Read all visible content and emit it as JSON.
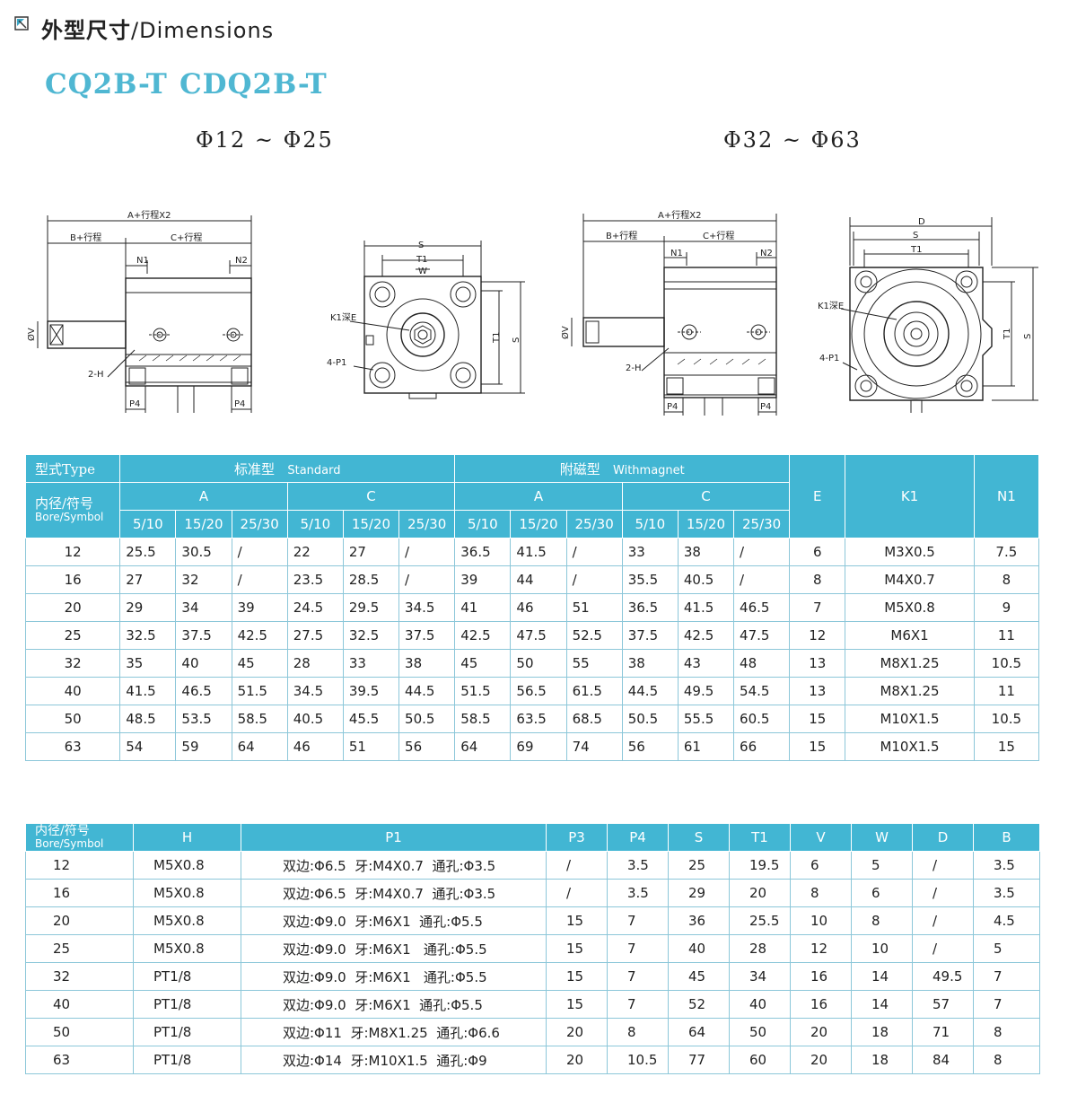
{
  "header": {
    "title_zh": "外型尺寸",
    "title_en": "/Dimensions",
    "models": [
      "CQ2B-T",
      "CDQ2B-T"
    ],
    "ranges": [
      "Φ12 ~ Φ25",
      "Φ32 ~ Φ63"
    ]
  },
  "drawings": {
    "small_side": {
      "a_stroke": "A+行程X2",
      "b_stroke": "B+行程",
      "c_stroke": "C+行程",
      "n1": "N1",
      "n2": "N2",
      "v": "ØV",
      "h": "2-H",
      "p4": "P4"
    },
    "small_front": {
      "s": "S",
      "t1": "T1",
      "w": "W",
      "k1": "K1深E",
      "p1": "4-P1"
    },
    "large_side": {
      "a_stroke": "A+行程X2",
      "b_stroke": "B+行程",
      "c_stroke": "C+行程",
      "n1": "N1",
      "n2": "N2",
      "v": "ØV",
      "h": "2-H",
      "p4": "P4"
    },
    "large_front": {
      "d": "D",
      "s": "S",
      "t1": "T1",
      "k1": "K1深E",
      "p1": "4-P1"
    }
  },
  "table1": {
    "type_label": "型式Type",
    "bore_label_zh": "内径/符号",
    "bore_label_en": "Bore/Symbol",
    "standard_zh": "标准型",
    "standard_en": "Standard",
    "magnet_zh": "附磁型",
    "magnet_en": "Withmagnet",
    "col_a": "A",
    "col_c": "C",
    "col_e": "E",
    "col_k1": "K1",
    "col_n1": "N1",
    "strokes": [
      "5/10",
      "15/20",
      "25/30"
    ],
    "rows": [
      [
        "12",
        "25.5",
        "30.5",
        "/",
        "22",
        "27",
        "/",
        "36.5",
        "41.5",
        "/",
        "33",
        "38",
        "/",
        "6",
        "M3X0.5",
        "7.5"
      ],
      [
        "16",
        "27",
        "32",
        "/",
        "23.5",
        "28.5",
        "/",
        "39",
        "44",
        "/",
        "35.5",
        "40.5",
        "/",
        "8",
        "M4X0.7",
        "8"
      ],
      [
        "20",
        "29",
        "34",
        "39",
        "24.5",
        "29.5",
        "34.5",
        "41",
        "46",
        "51",
        "36.5",
        "41.5",
        "46.5",
        "7",
        "M5X0.8",
        "9"
      ],
      [
        "25",
        "32.5",
        "37.5",
        "42.5",
        "27.5",
        "32.5",
        "37.5",
        "42.5",
        "47.5",
        "52.5",
        "37.5",
        "42.5",
        "47.5",
        "12",
        "M6X1",
        "11"
      ],
      [
        "32",
        "35",
        "40",
        "45",
        "28",
        "33",
        "38",
        "45",
        "50",
        "55",
        "38",
        "43",
        "48",
        "13",
        "M8X1.25",
        "10.5"
      ],
      [
        "40",
        "41.5",
        "46.5",
        "51.5",
        "34.5",
        "39.5",
        "44.5",
        "51.5",
        "56.5",
        "61.5",
        "44.5",
        "49.5",
        "54.5",
        "13",
        "M8X1.25",
        "11"
      ],
      [
        "50",
        "48.5",
        "53.5",
        "58.5",
        "40.5",
        "45.5",
        "50.5",
        "58.5",
        "63.5",
        "68.5",
        "50.5",
        "55.5",
        "60.5",
        "15",
        "M10X1.5",
        "10.5"
      ],
      [
        "63",
        "54",
        "59",
        "64",
        "46",
        "51",
        "56",
        "64",
        "69",
        "74",
        "56",
        "61",
        "66",
        "15",
        "M10X1.5",
        "15"
      ]
    ]
  },
  "table2": {
    "headers": [
      "内径/符号",
      "Bore/Symbol",
      "H",
      "P1",
      "P3",
      "P4",
      "S",
      "T1",
      "V",
      "W",
      "D",
      "B"
    ],
    "rows": [
      [
        "12",
        "M5X0.8",
        "双边:Φ6.5  牙:M4X0.7  通孔:Φ3.5",
        "/",
        "3.5",
        "25",
        "19.5",
        "6",
        "5",
        "/",
        "3.5"
      ],
      [
        "16",
        "M5X0.8",
        "双边:Φ6.5  牙:M4X0.7  通孔:Φ3.5",
        "/",
        "3.5",
        "29",
        "20",
        "8",
        "6",
        "/",
        "3.5"
      ],
      [
        "20",
        "M5X0.8",
        "双边:Φ9.0  牙:M6X1  通孔:Φ5.5",
        "15",
        "7",
        "36",
        "25.5",
        "10",
        "8",
        "/",
        "4.5"
      ],
      [
        "25",
        "M5X0.8",
        "双边:Φ9.0  牙:M6X1   通孔:Φ5.5",
        "15",
        "7",
        "40",
        "28",
        "12",
        "10",
        "/",
        "5"
      ],
      [
        "32",
        "PT1/8",
        "双边:Φ9.0  牙:M6X1   通孔:Φ5.5",
        "15",
        "7",
        "45",
        "34",
        "16",
        "14",
        "49.5",
        "7"
      ],
      [
        "40",
        "PT1/8",
        "双边:Φ9.0  牙:M6X1  通孔:Φ5.5",
        "15",
        "7",
        "52",
        "40",
        "16",
        "14",
        "57",
        "7"
      ],
      [
        "50",
        "PT1/8",
        "双边:Φ11  牙:M8X1.25  通孔:Φ6.6",
        "20",
        "8",
        "64",
        "50",
        "20",
        "18",
        "71",
        "8"
      ],
      [
        "63",
        "PT1/8",
        "双边:Φ14  牙:M10X1.5  通孔:Φ9",
        "20",
        "10.5",
        "77",
        "60",
        "20",
        "18",
        "84",
        "8"
      ]
    ]
  }
}
